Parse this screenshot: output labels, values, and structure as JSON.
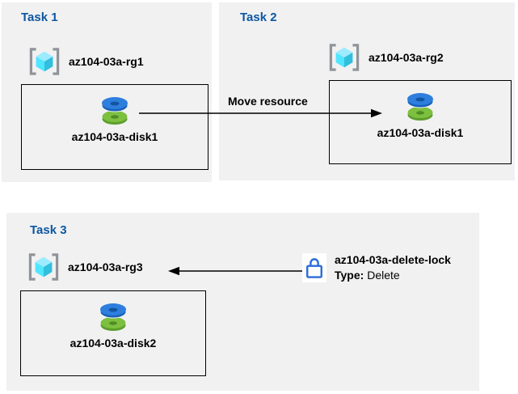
{
  "colors": {
    "page_bg": "#ffffff",
    "panel_bg": "#f1f1f2",
    "title_blue": "#0d57a1",
    "label_black": "#000000",
    "arrow_black": "#000000",
    "box_border": "#000000",
    "bracket_gray": "#909498",
    "cube_light": "#9cebff",
    "cube_mid": "#50e6ff",
    "cube_dark": "#32bedd",
    "disk_blue": "#2e7ede",
    "disk_blue_dark": "#1661b8",
    "disk_blue_hole": "#11549f",
    "disk_green": "#7dbf3f",
    "disk_green_dark": "#5d9e2c",
    "disk_green_hole": "#4f8c24",
    "lock_blue": "#2b6bd8",
    "lock_bg": "#ffffff"
  },
  "tasks": [
    {
      "title": "Task 1",
      "rg_label": "az104-03a-rg1",
      "resource_label": "az104-03a-disk1"
    },
    {
      "title": "Task 2",
      "rg_label": "az104-03a-rg2",
      "resource_label": "az104-03a-disk1"
    },
    {
      "title": "Task 3",
      "rg_label": "az104-03a-rg3",
      "resource_label": "az104-03a-disk2"
    }
  ],
  "move_arrow": {
    "label": "Move resource"
  },
  "lock": {
    "name": "az104-03a-delete-lock",
    "type_label": "Type:",
    "type_value": "Delete"
  }
}
